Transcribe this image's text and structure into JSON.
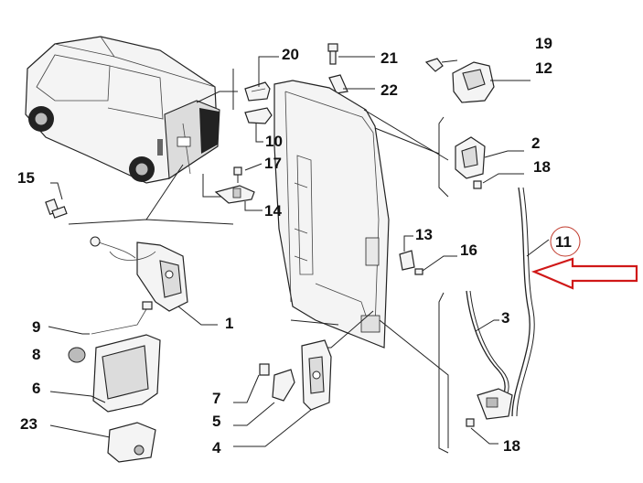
{
  "callouts": {
    "c1": "1",
    "c2": "2",
    "c3": "3",
    "c4": "4",
    "c5": "5",
    "c6": "6",
    "c7": "7",
    "c8": "8",
    "c9": "9",
    "c10": "10",
    "c11": "11",
    "c12": "12",
    "c13": "13",
    "c14": "14",
    "c15": "15",
    "c16": "16",
    "c17": "17",
    "c18a": "18",
    "c18b": "18",
    "c19": "19",
    "c20": "20",
    "c21": "21",
    "c22": "22",
    "c23": "23"
  },
  "highlight": {
    "part": "11",
    "circle_color": "#c0392b",
    "arrow_color": "#d01818"
  }
}
